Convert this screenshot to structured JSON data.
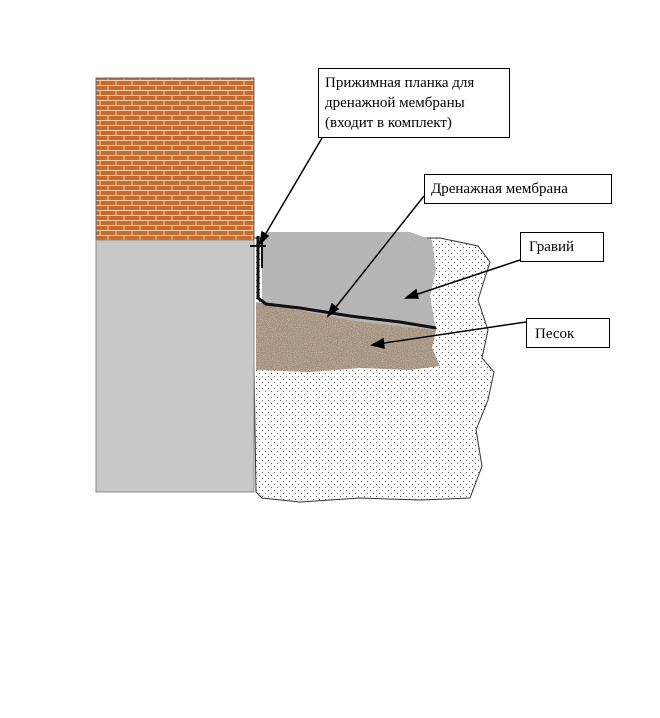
{
  "labels": {
    "clamp": [
      "Прижимная планка для",
      "дренажной мембраны",
      "(входит в комплект)"
    ],
    "membrane": "Дренажная мембрана",
    "gravel": "Гравий",
    "sand": "Песок"
  },
  "colors": {
    "brick": "#c8692e",
    "mortar": "#f0d2b0",
    "foundation": "#c8c8c8",
    "gravel": "#b4b4b4",
    "sand": "#a08c78",
    "soil_dots": "#555555",
    "membrane": "#111111"
  }
}
